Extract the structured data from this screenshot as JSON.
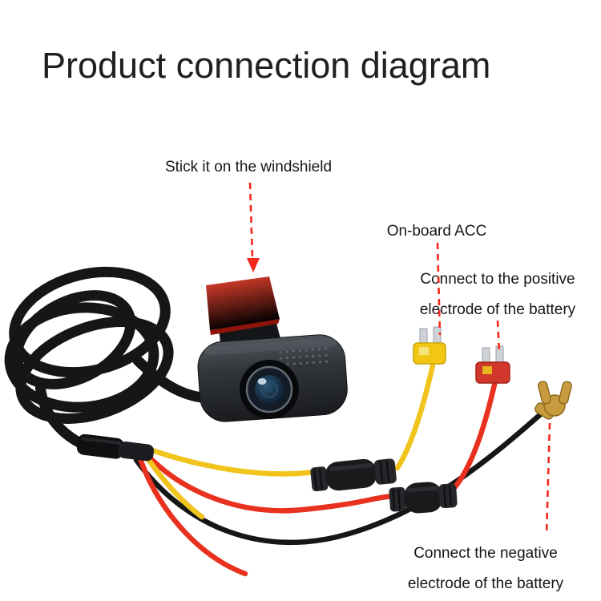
{
  "page": {
    "title": "Product connection diagram"
  },
  "annotations": {
    "windshield": "Stick it on the windshield",
    "acc": "On-board ACC",
    "positive_line1": "Connect to the positive",
    "positive_line2": "electrode of the battery",
    "negative_line1": "Connect the negative",
    "negative_line2": "electrode of the battery"
  },
  "components": {
    "device": "dash-camera",
    "mount": "red-adhesive-pad",
    "cable": "coiled-power-cable",
    "fuse_holders": 2,
    "fuse_taps": [
      "acc-yellow-fuse-tap",
      "positive-red-fuse-tap"
    ],
    "ground": "fork-spade-terminal"
  },
  "colors": {
    "accent-red": "#f5281c",
    "wire-red": "#e8311f",
    "wire-yellow": "#f0c41d",
    "wire-black": "#161616",
    "pad-red": "#d6271a",
    "terminal-gold": "#c79b3e",
    "text": "#161616",
    "camera-body": "#34373c"
  }
}
